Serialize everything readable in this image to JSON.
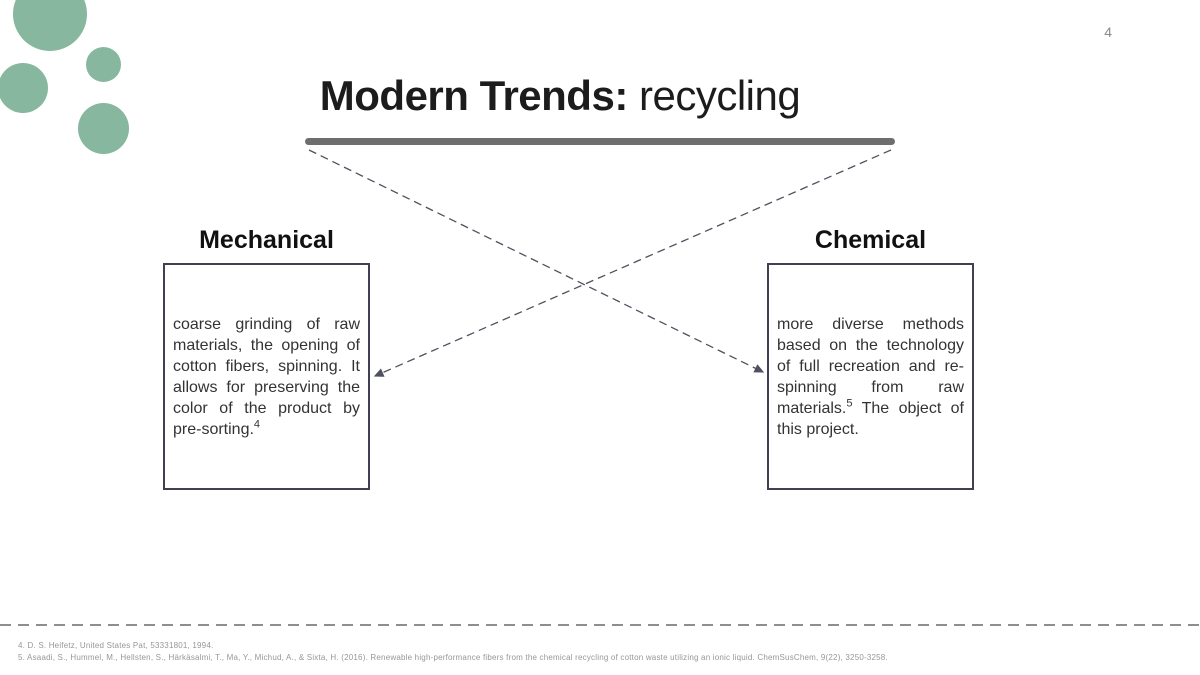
{
  "slide": {
    "page_number": "4",
    "title": {
      "bold": "Modern Trends:",
      "regular": " recycling"
    },
    "boxes": [
      {
        "heading": "Mechanical",
        "body": "coarse grinding of raw materials, the opening of cotton fibers, spinning. It allows for preserving the color of the product by pre-sorting.",
        "footnote_ref": "4",
        "body_after": ""
      },
      {
        "heading": "Chemical",
        "body": "more diverse methods based on the technology of full recreation and re-spinning from raw materials.",
        "footnote_ref": "5",
        "body_after": " The object of this project."
      }
    ],
    "references": [
      "4. D. S. Heifetz, United States Pat, 53331801, 1994.",
      "5. Asaadi, S., Hummel, M., Hellsten, S., Härkäsalmi, T., Ma, Y., Michud, A., & Sixta, H. (2016). Renewable high-performance fibers from the chemical recycling of cotton waste utilizing an ionic liquid. ChemSusChem, 9(22), 3250-3258."
    ],
    "colors": {
      "accent_green": "#87b79e",
      "title_bar_gray": "#6e6e6e",
      "arrow_slate": "#50505f",
      "box_border": "#404054",
      "footer_text_gray": "#979797"
    }
  }
}
